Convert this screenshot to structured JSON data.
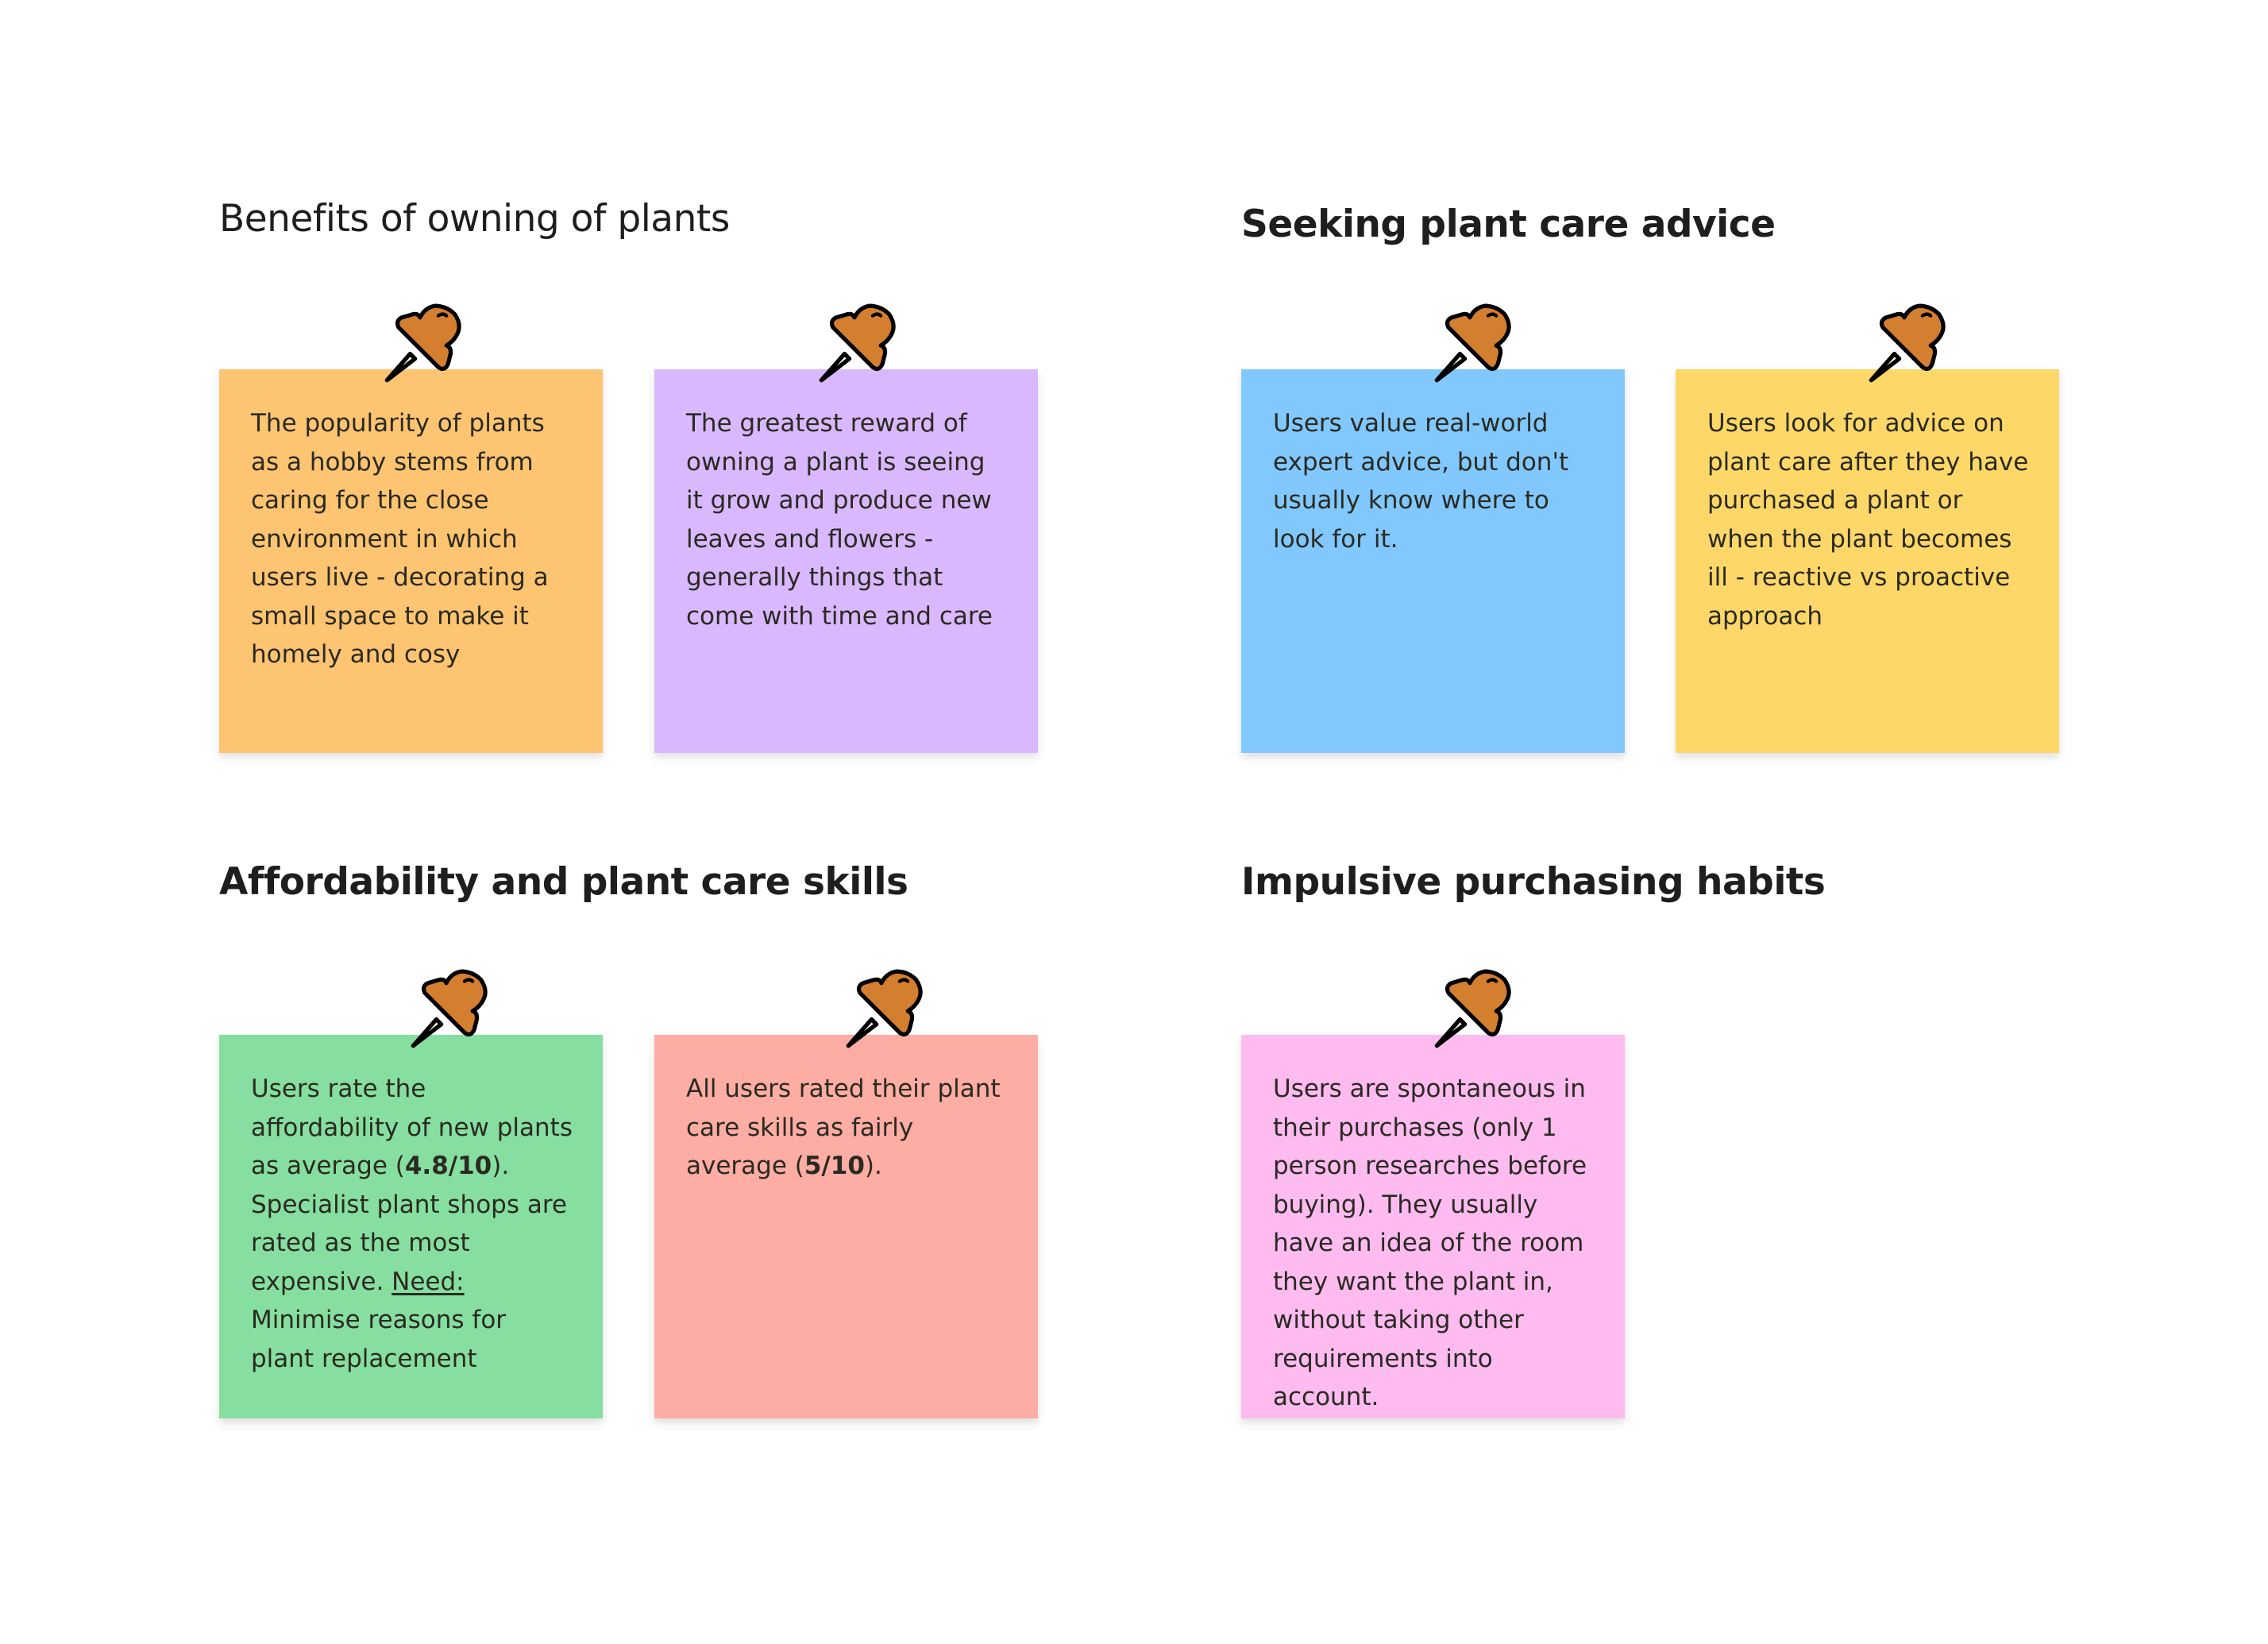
{
  "colors": {
    "orange": "#FDC471",
    "purple": "#D9B8FD",
    "blue": "#80C8FD",
    "yellow": "#FDD868",
    "green": "#86DFA0",
    "salmon": "#FDADA3",
    "pink": "#FDBBF0",
    "pin": "#D47E2F",
    "pin_needle": "#FBF0DC"
  },
  "sections": [
    {
      "title": "Benefits of owning of plants"
    },
    {
      "title": "Seeking plant care advice"
    },
    {
      "title": "Affordability and plant care skills"
    },
    {
      "title": "Impulsive purchasing habits"
    }
  ],
  "notes": [
    {
      "icon": "pushpin-icon",
      "text": "The popularity of plants as a hobby stems from caring for the close environment in which users live - decorating a small space to make it homely and cosy"
    },
    {
      "icon": "pushpin-icon",
      "text": "The greatest reward of owning a plant is seeing it grow and produce new leaves and flowers - generally things that come with time and care"
    },
    {
      "icon": "pushpin-icon",
      "text": "Users value real-world expert advice, but don't usually know where to look for it."
    },
    {
      "icon": "pushpin-icon",
      "text": "Users look for advice on plant care after they have purchased a plant or when the plant becomes ill - reactive vs proactive approach"
    },
    {
      "icon": "pushpin-icon",
      "parts": [
        "Users rate the affordability of new plants as average (",
        "4.8/10",
        "). Specialist plant shops are rated as the most expensive. ",
        "Need:",
        " Minimise reasons for plant replacement"
      ]
    },
    {
      "icon": "pushpin-icon",
      "parts": [
        "All users rated their plant care skills as fairly average (",
        "5/10",
        ")."
      ]
    },
    {
      "icon": "pushpin-icon",
      "text": "Users are spontaneous in their purchases (only 1 person researches before buying). They usually have an idea of the room they want the plant in, without taking other requirements into account."
    }
  ]
}
